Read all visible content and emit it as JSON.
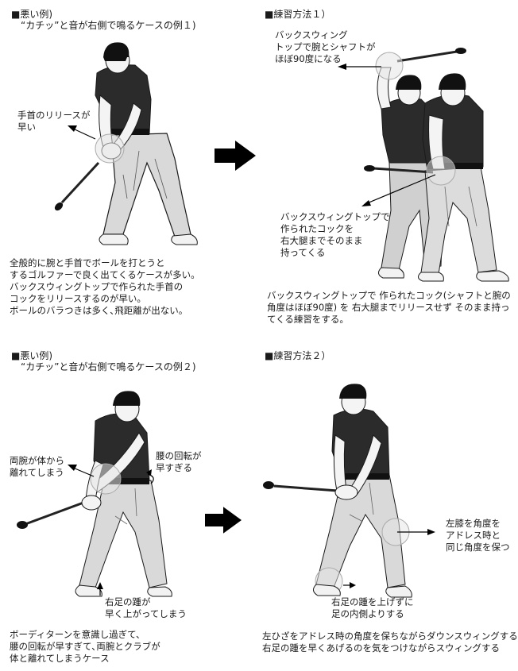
{
  "colors": {
    "shirt": "#2b2b2b",
    "pants": "#d6d6d6",
    "outline": "#1a1a1a",
    "highlight_circle": "#e6e6e6",
    "arrow": "#000000",
    "text": "#1a1a1a"
  },
  "panels": [
    {
      "id": "bad-example-1",
      "heading": "■悪い例)",
      "subheading": "“カチッ”と音が右側で鳴るケースの例１)",
      "callouts": [
        {
          "lines": [
            "手首のリリースが",
            "早い"
          ]
        }
      ],
      "description": [
        "全般的に腕と手首でボールを打とうと",
        "するゴルファーで良く出てくるケースが多い。",
        "バックスウィングトップで作られた手首の",
        "コックをリリースするのが早い。",
        "ボールのバラつきは多く､飛距離が出ない。"
      ]
    },
    {
      "id": "practice-1",
      "heading": "■練習方法１）",
      "callouts": [
        {
          "lines": [
            "バックスウィング",
            "トップで腕とシャフトが",
            "ほぼ90度になる"
          ]
        },
        {
          "lines": [
            "バックスウィングトップで",
            "作られたコックを",
            "右大腿までそのまま",
            "持ってくる"
          ]
        }
      ],
      "description": [
        "バックスウィングトップで 作られたコック(シャフトと腕の",
        "角度はほぼ90度) を 右大腿までリリースせず そのまま持っ",
        "てくる練習をする。"
      ]
    },
    {
      "id": "bad-example-2",
      "heading": "■悪い例)",
      "subheading": "“カチッ”と音が右側で鳴るケースの例２)",
      "callouts": [
        {
          "lines": [
            "両腕が体から",
            "離れてしまう"
          ]
        },
        {
          "lines": [
            "腰の回転が",
            "早すぎる"
          ]
        },
        {
          "lines": [
            "右足の踵が",
            "早く上がってしまう"
          ]
        }
      ],
      "description": [
        "ボーディターンを意識し過ぎて、",
        "腰の回転が早すぎて､両腕とクラブが",
        "体と離れてしまうケース"
      ]
    },
    {
      "id": "practice-2",
      "heading": "■練習方法２）",
      "callouts": [
        {
          "lines": [
            "左膝を角度を",
            "アドレス時と",
            "同じ角度を保つ"
          ]
        },
        {
          "lines": [
            "右足の踵を上げずに",
            "足の内側よりする"
          ]
        }
      ],
      "description": [
        "左ひざをアドレス時の角度を保ちながらダウンスウィングする",
        "右足の踵を早くあげるのを気をつけながらスウィングする"
      ]
    }
  ],
  "icons": {
    "flow_arrow_1": "right-block-arrow",
    "flow_arrow_2": "right-block-arrow"
  }
}
